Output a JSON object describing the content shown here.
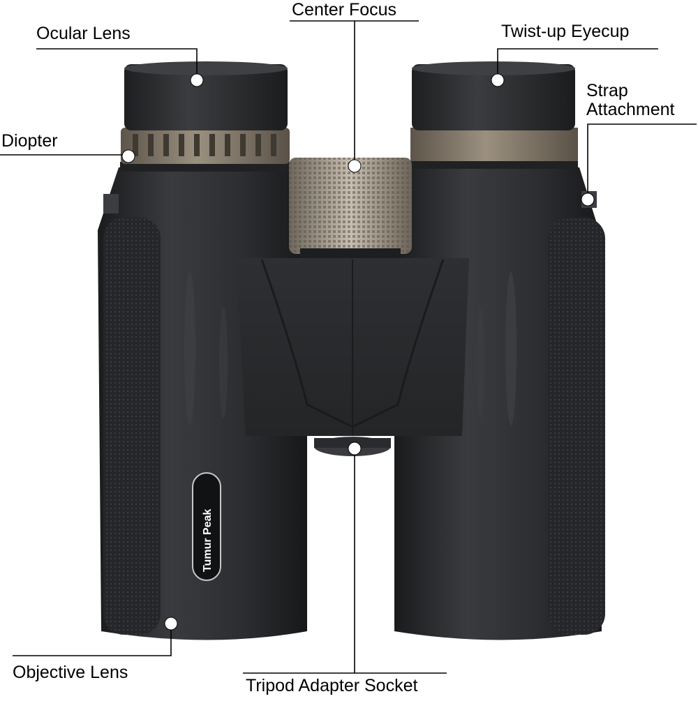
{
  "product": {
    "brand_logo": "Tumur Peak"
  },
  "labels": {
    "center_focus": "Center Focus",
    "ocular_lens": "Ocular Lens",
    "twist_up_eyecup": "Twist-up Eyecup",
    "strap_line1": "Strap",
    "strap_line2": "Attachment",
    "diopter": "Diopter",
    "objective_lens": "Objective Lens",
    "tripod_adapter_socket": "Tripod Adapter Socket"
  },
  "colors": {
    "body": "#2b2c2e",
    "body_dark": "#1c1d1f",
    "bronze": "#8a8070",
    "focus_wheel": "#b0a89a",
    "marker": "#ffffff",
    "line": "#000000"
  }
}
